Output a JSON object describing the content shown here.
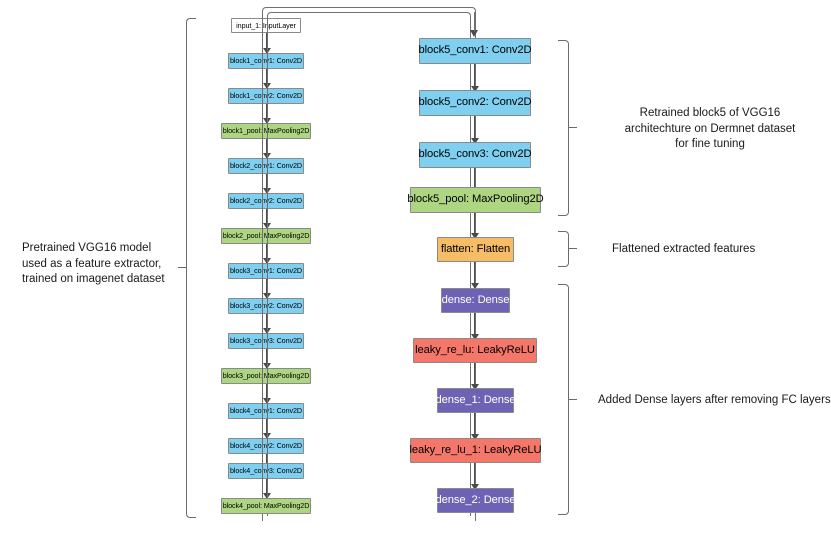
{
  "diagram": {
    "title": "VGG16 transfer-learning model architecture",
    "colors": {
      "input": "#ffffff",
      "conv2d": "#7ecff0",
      "maxpooling2d": "#aed581",
      "flatten": "#f7bc66",
      "dense": "#6d62b3",
      "leakyrelu": "#f4776a",
      "edge": "#4a4a4a",
      "bracket": "#6b6b6b",
      "text": "#1a1a1a"
    },
    "left_column": {
      "name": "pretrained-vgg16-feature-extractor-stack",
      "nodes": [
        {
          "label": "input_1: InputLayer",
          "type": "input"
        },
        {
          "label": "block1_conv1: Conv2D",
          "type": "conv"
        },
        {
          "label": "block1_conv2: Conv2D",
          "type": "conv"
        },
        {
          "label": "block1_pool: MaxPooling2D",
          "type": "pool"
        },
        {
          "label": "block2_conv1: Conv2D",
          "type": "conv"
        },
        {
          "label": "block2_conv2: Conv2D",
          "type": "conv"
        },
        {
          "label": "block2_pool: MaxPooling2D",
          "type": "pool"
        },
        {
          "label": "block3_conv1: Conv2D",
          "type": "conv"
        },
        {
          "label": "block3_conv2: Conv2D",
          "type": "conv"
        },
        {
          "label": "block3_conv3: Conv2D",
          "type": "conv"
        },
        {
          "label": "block3_pool: MaxPooling2D",
          "type": "pool"
        },
        {
          "label": "block4_conv1: Conv2D",
          "type": "conv"
        },
        {
          "label": "block4_conv2: Conv2D",
          "type": "conv"
        },
        {
          "label": "block4_conv3: Conv2D",
          "type": "conv"
        },
        {
          "label": "block4_pool: MaxPooling2D",
          "type": "pool"
        }
      ]
    },
    "right_column": {
      "name": "retrained-and-added-layers-stack",
      "nodes": [
        {
          "label": "block5_conv1: Conv2D",
          "type": "conv"
        },
        {
          "label": "block5_conv2: Conv2D",
          "type": "conv"
        },
        {
          "label": "block5_conv3: Conv2D",
          "type": "conv"
        },
        {
          "label": "block5_pool: MaxPooling2D",
          "type": "pool"
        },
        {
          "label": "flatten: Flatten",
          "type": "flatten"
        },
        {
          "label": "dense: Dense",
          "type": "dense"
        },
        {
          "label": "leaky_re_lu: LeakyReLU",
          "type": "relu"
        },
        {
          "label": "dense_1: Dense",
          "type": "dense"
        },
        {
          "label": "leaky_re_lu_1: LeakyReLU",
          "type": "relu"
        },
        {
          "label": "dense_2: Dense",
          "type": "dense"
        }
      ]
    },
    "annotations": {
      "left": "Pretrained VGG16 model\nused as a feature extractor,\ntrained on imagenet dataset",
      "retrained": "Retrained block5 of VGG16\narchitechture on Dermnet dataset\nfor fine tuning",
      "flattened": "Flattened extracted features",
      "added_dense": "Added Dense layers after removing FC layers"
    }
  }
}
